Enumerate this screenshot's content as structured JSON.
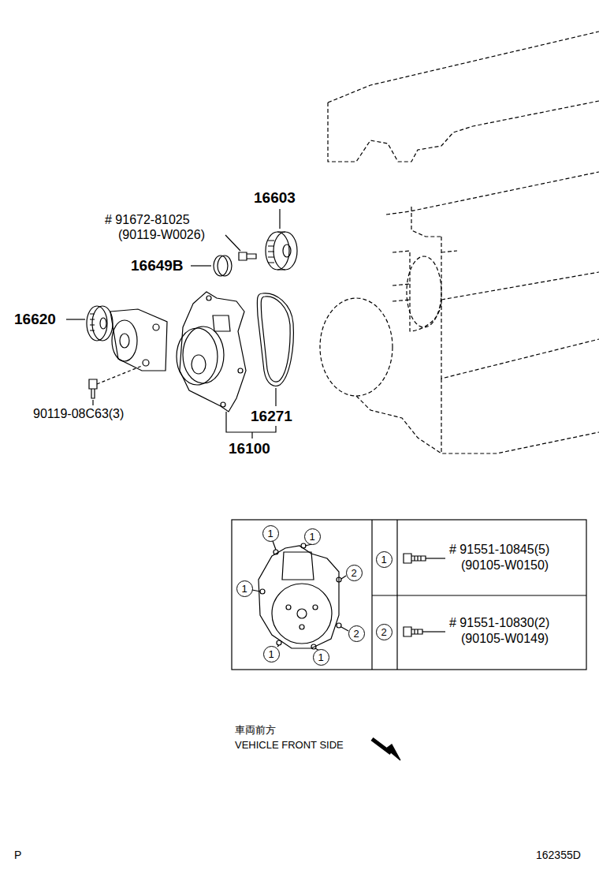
{
  "diagram": {
    "nodes": [
      {
        "text": [
          "1"
        ]
      },
      {
        "text": [
          "1"
        ]
      },
      {
        "text": [
          "2"
        ]
      },
      {
        "text": [
          "1"
        ]
      },
      {
        "text": [
          "2"
        ]
      },
      {
        "text": [
          "1"
        ]
      },
      {
        "text": [
          "1"
        ]
      },
      {
        "text": [
          "1"
        ]
      },
      {
        "text": [
          "2"
        ]
      }
    ],
    "edges": [],
    "labels": [
      "16603",
      "# 91672-81025",
      "(90119-W0026)",
      "16649B",
      "16620",
      "90119-08C63(3)",
      "16271",
      "16100",
      "# 91551-10845(5)",
      "(90105-W0150)",
      "# 91551-10830(2)",
      "(90105-W0149)",
      "車両前方",
      "VEHICLE FRONT SIDE",
      "P",
      "162355D"
    ]
  }
}
